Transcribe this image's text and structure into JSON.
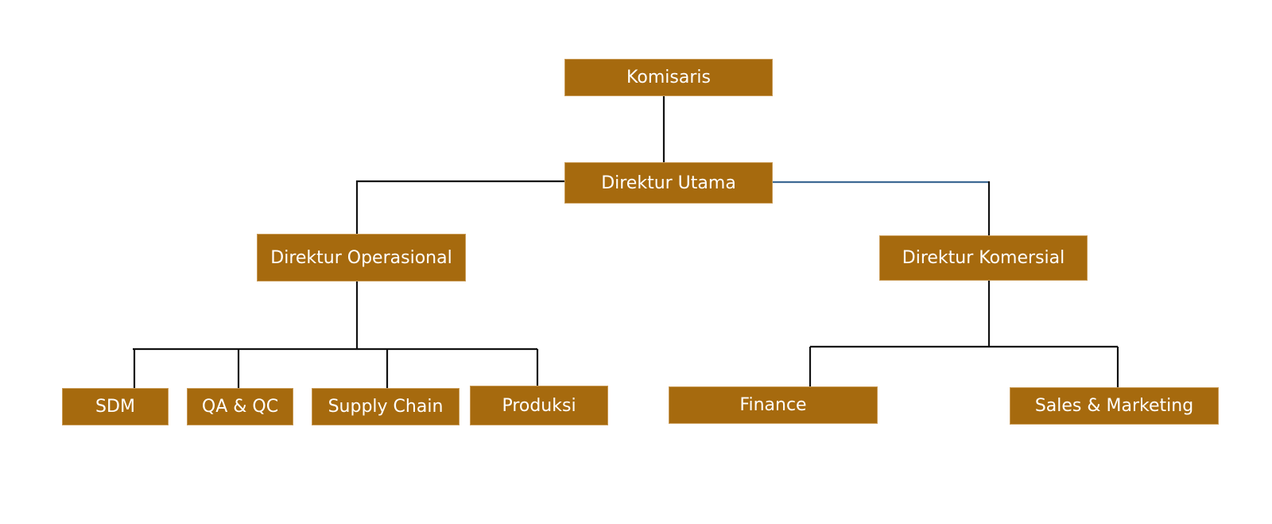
{
  "diagram": {
    "type": "org-chart",
    "colors": {
      "box_fill": "#A66A0E",
      "box_text": "#FFFFFF",
      "connector": "#111111",
      "connector_highlight": "#3E6A94"
    },
    "nodes": {
      "komisaris": {
        "label": "Komisaris"
      },
      "direktur_utama": {
        "label": "Direktur Utama"
      },
      "direktur_operasional": {
        "label": "Direktur Operasional"
      },
      "direktur_komersial": {
        "label": "Direktur Komersial"
      },
      "sdm": {
        "label": "SDM"
      },
      "qa_qc": {
        "label": "QA & QC"
      },
      "supply_chain": {
        "label": "Supply Chain"
      },
      "produksi": {
        "label": "Produksi"
      },
      "finance": {
        "label": "Finance"
      },
      "sales_marketing": {
        "label": "Sales & Marketing"
      }
    },
    "edges": [
      {
        "from": "Komisaris",
        "to": "Direktur Utama"
      },
      {
        "from": "Direktur Utama",
        "to": "Direktur Operasional"
      },
      {
        "from": "Direktur Utama",
        "to": "Direktur Komersial"
      },
      {
        "from": "Direktur Operasional",
        "to": "SDM"
      },
      {
        "from": "Direktur Operasional",
        "to": "QA & QC"
      },
      {
        "from": "Direktur Operasional",
        "to": "Supply Chain"
      },
      {
        "from": "Direktur Operasional",
        "to": "Produksi"
      },
      {
        "from": "Direktur Komersial",
        "to": "Finance"
      },
      {
        "from": "Direktur Komersial",
        "to": "Sales & Marketing"
      }
    ]
  }
}
